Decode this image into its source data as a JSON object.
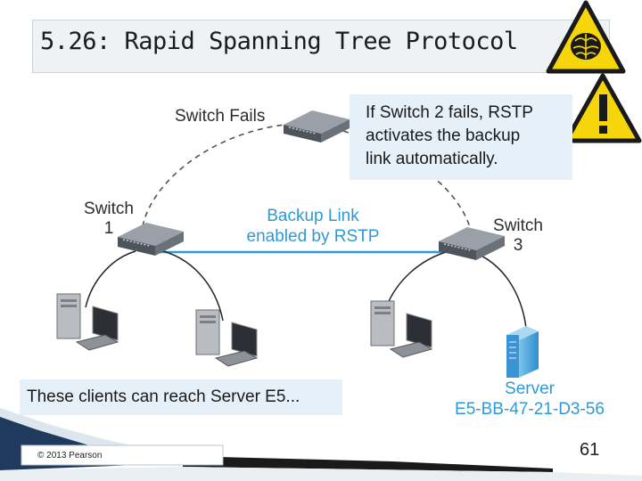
{
  "slide": {
    "title": "5.26: Rapid Spanning Tree Protocol",
    "copyright": "© 2013 Pearson",
    "page_number": "61"
  },
  "diagram": {
    "switch_fails_label": "Switch Fails",
    "switch1_label": [
      "Switch",
      "1"
    ],
    "switch3_label": [
      "Switch",
      "3"
    ],
    "backup_link_label": [
      "Backup Link",
      "enabled by RSTP"
    ],
    "callout_top": [
      "If Switch 2 fails, RSTP",
      "activates the backup",
      "link automatically."
    ],
    "callout_bottom": "These clients can reach Server E5...",
    "server_label": [
      "Server",
      "E5-BB-47-21-D3-56"
    ]
  },
  "icons": [
    "brain-warning-sign-icon",
    "exclamation-warning-sign-icon"
  ],
  "colors": {
    "accent_blue": "#2e9ad5",
    "callout_background": "#e6f0f8",
    "warning_yellow": "#f6d60a"
  }
}
